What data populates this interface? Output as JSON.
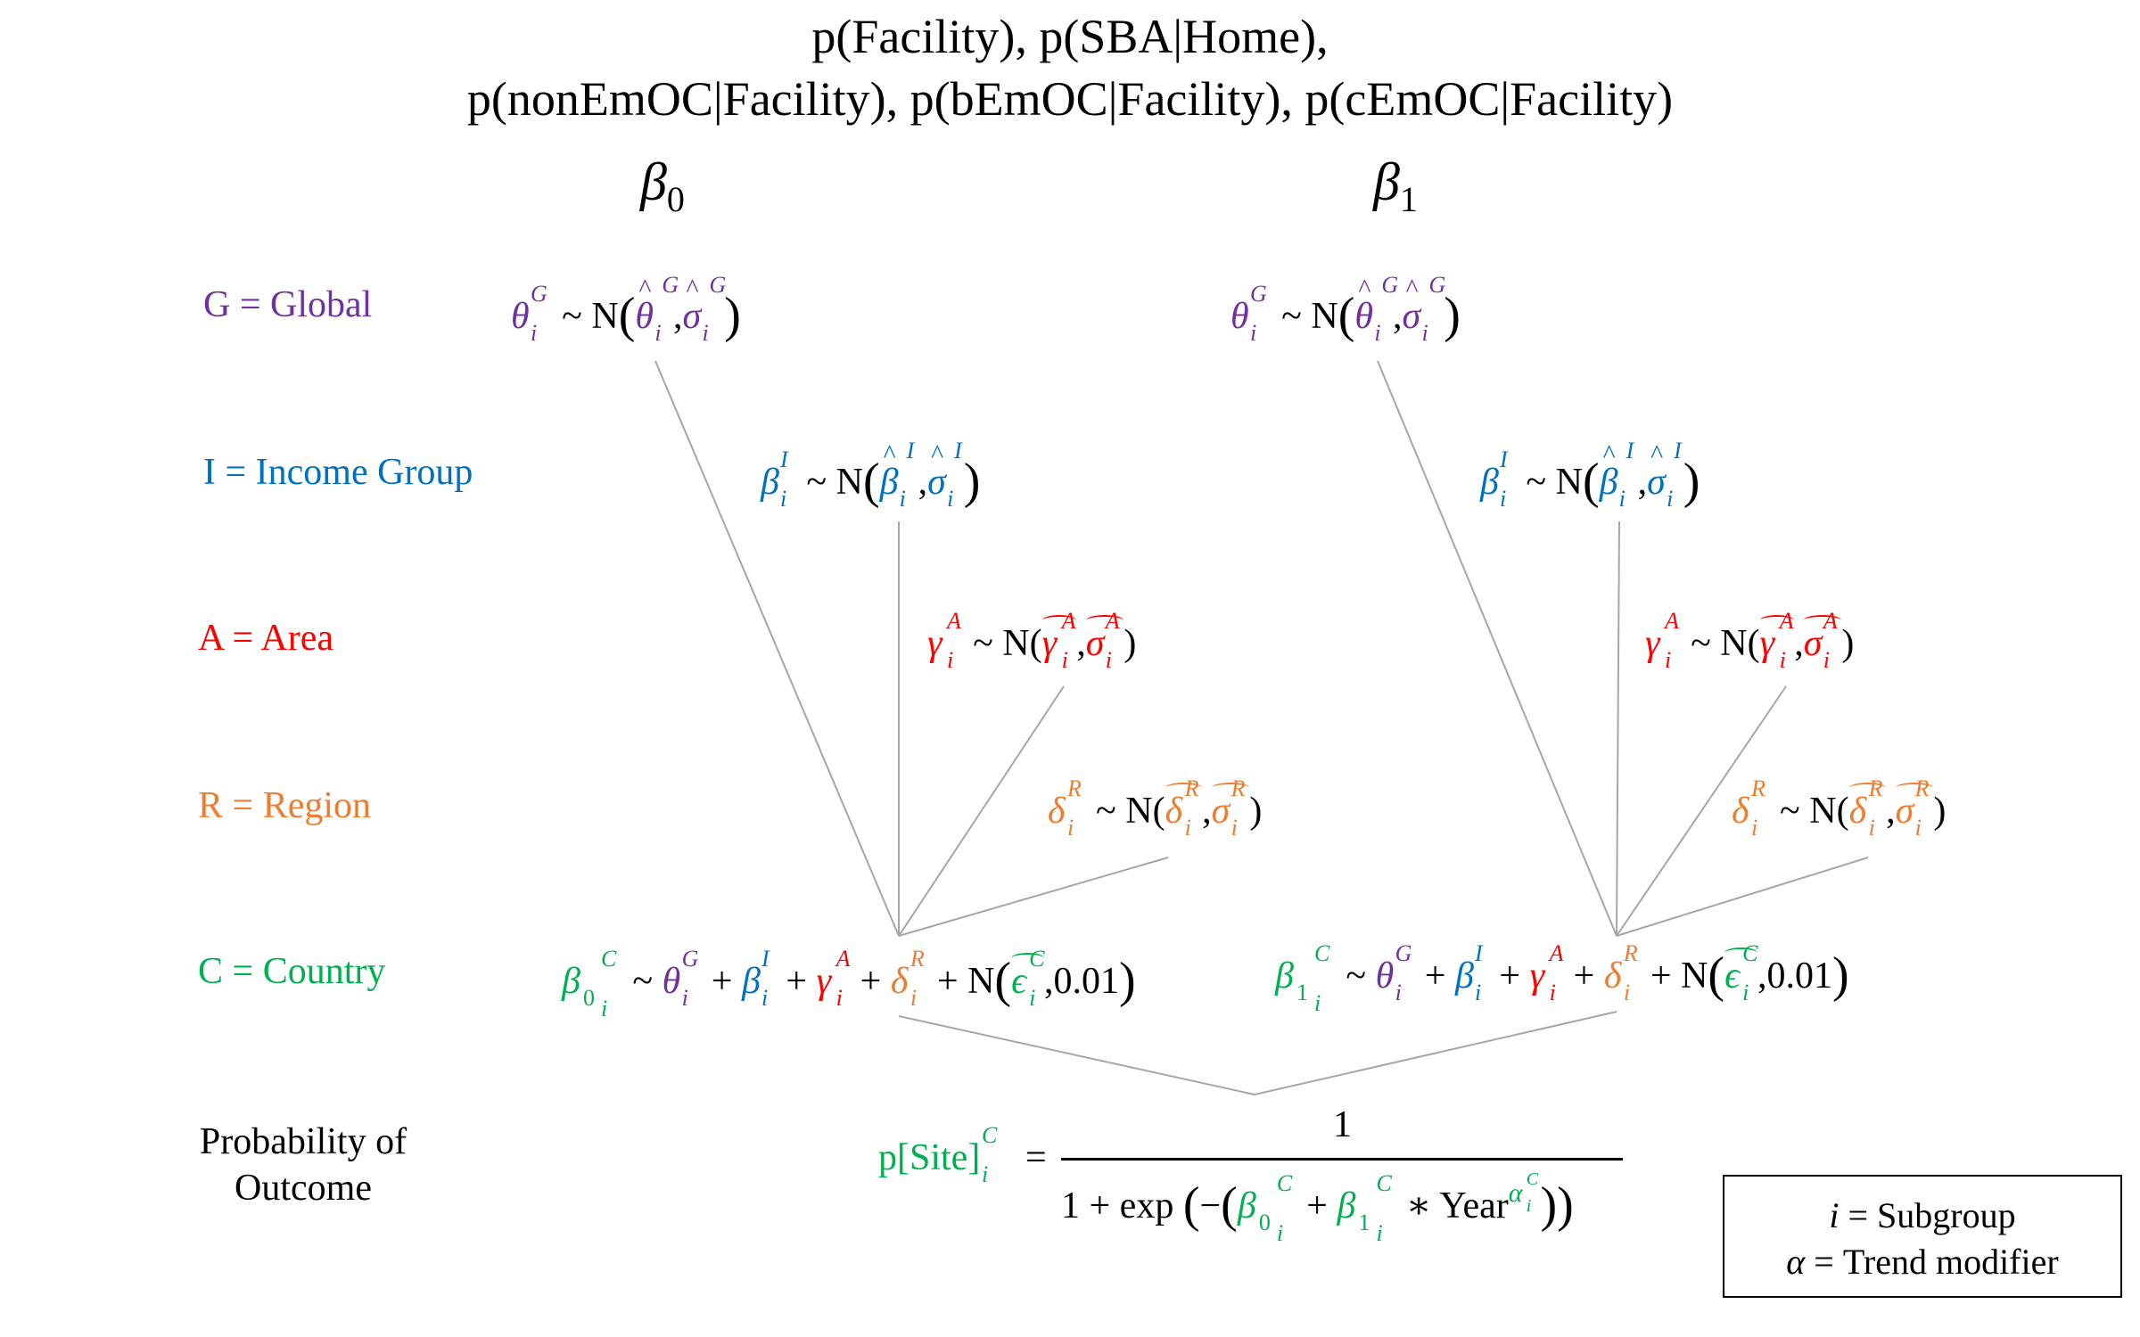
{
  "title": {
    "line1": "p(Facility), p(SBA|Home),",
    "line2": "p(nonEmOC|Facility), p(bEmOC|Facility), p(cEmOC|Facility)"
  },
  "columns": {
    "beta0": {
      "symbol": "β",
      "sub": "0"
    },
    "beta1": {
      "symbol": "β",
      "sub": "1"
    }
  },
  "levels": {
    "global": "G = Global",
    "income": "I = Income Group",
    "area": "A = Area",
    "region": "R = Region",
    "country": "C = Country",
    "probability_line1": "Probability of",
    "probability_line2": "Outcome"
  },
  "symbols": {
    "theta": "θ",
    "beta": "β",
    "gamma": "γ",
    "delta": "δ",
    "sigma": "σ",
    "epsilon": "ϵ",
    "i": "i",
    "G": "G",
    "I": "I",
    "A": "A",
    "R": "R",
    "C": "C",
    "sim": "~",
    "N": "N",
    "plus": "+",
    "comma": ",",
    "paren_open": "(",
    "paren_close": ")",
    "variance": "0.01",
    "sub0": "0",
    "sub1": "1"
  },
  "probability": {
    "lhs": "p[Site]",
    "equals": "=",
    "numerator": "1",
    "denom_start": "1 + exp",
    "minus": "−",
    "times": "∗",
    "year": "Year",
    "alpha": "α"
  },
  "legend": {
    "line1_sym": "i",
    "line1_rest": " = Subgroup",
    "line2_sym": "α",
    "line2_rest": " = Trend modifier"
  },
  "colors": {
    "global": "#7030a0",
    "income": "#0070c0",
    "area": "#ff0000",
    "region": "#ed7d31",
    "country": "#00b050",
    "connector": "#a6a6a6"
  }
}
